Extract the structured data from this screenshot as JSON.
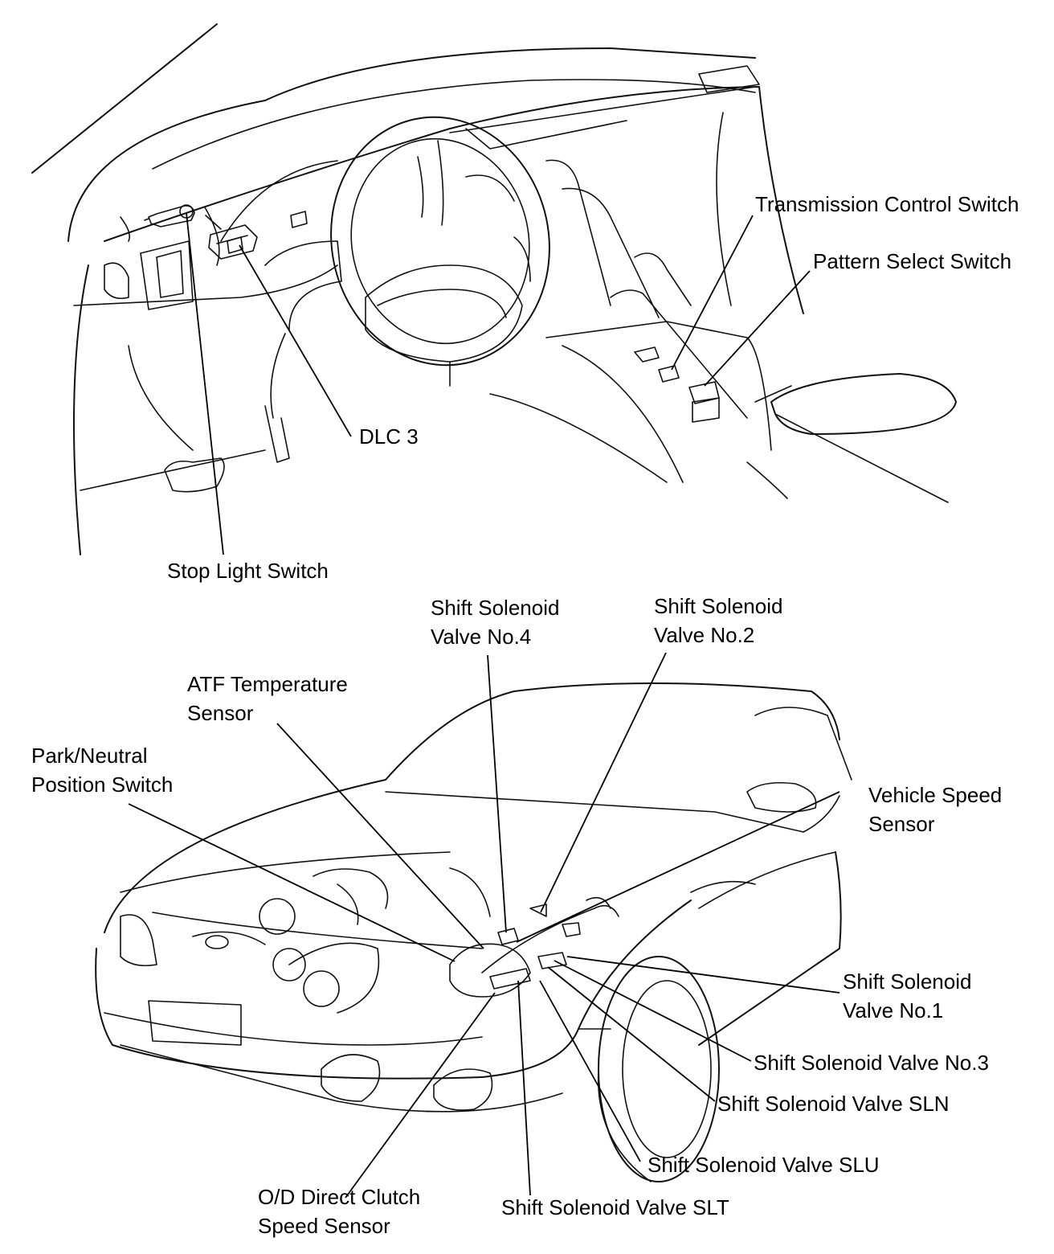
{
  "labels": {
    "transmission_control_switch": "Transmission Control Switch",
    "pattern_select_switch": "Pattern Select Switch",
    "dlc3": "DLC 3",
    "stop_light_switch": "Stop Light Switch",
    "ssv4_line1": "Shift Solenoid",
    "ssv4_line2": "Valve No.4",
    "ssv2_line1": "Shift Solenoid",
    "ssv2_line2": "Valve No.2",
    "atf_line1": "ATF Temperature",
    "atf_line2": "Sensor",
    "pnp_line1": "Park/Neutral",
    "pnp_line2": "Position Switch",
    "vss_line1": "Vehicle Speed",
    "vss_line2": "Sensor",
    "ssv1_line1": "Shift Solenoid",
    "ssv1_line2": "Valve No.1",
    "ssv3": "Shift Solenoid Valve No.3",
    "sln": "Shift Solenoid Valve SLN",
    "slu": "Shift Solenoid Valve SLU",
    "slt": "Shift Solenoid Valve SLT",
    "odc_line1": "O/D Direct Clutch",
    "odc_line2": "Speed Sensor"
  },
  "colors": {
    "ink": "#000000",
    "paper": "#ffffff"
  }
}
